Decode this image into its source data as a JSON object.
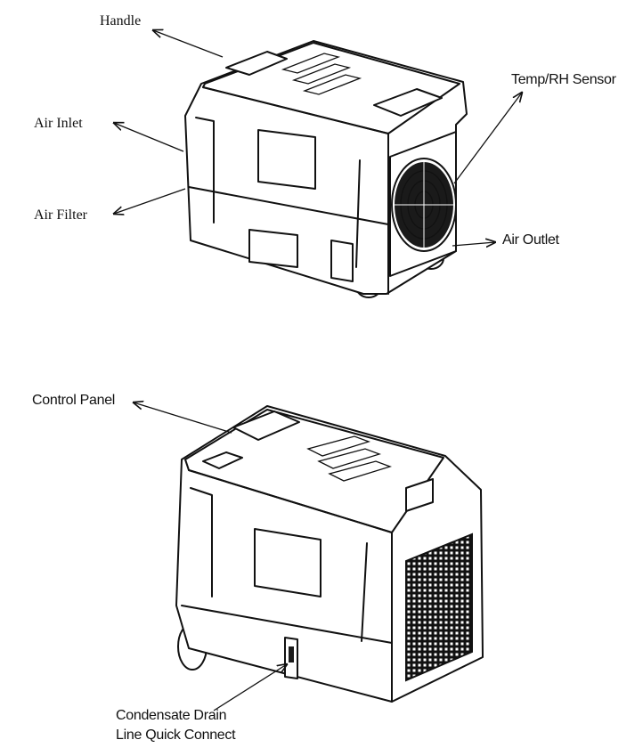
{
  "labels": {
    "handle": "Handle",
    "air_inlet": "Air Inlet",
    "air_filter": "Air Filter",
    "temp_rh_sensor": "Temp/RH Sensor",
    "air_outlet": "Air Outlet",
    "control_panel": "Control Panel",
    "drain_line1": "Condensate Drain",
    "drain_line2": "Line Quick Connect"
  },
  "colors": {
    "ink": "#111111",
    "background": "#ffffff"
  }
}
